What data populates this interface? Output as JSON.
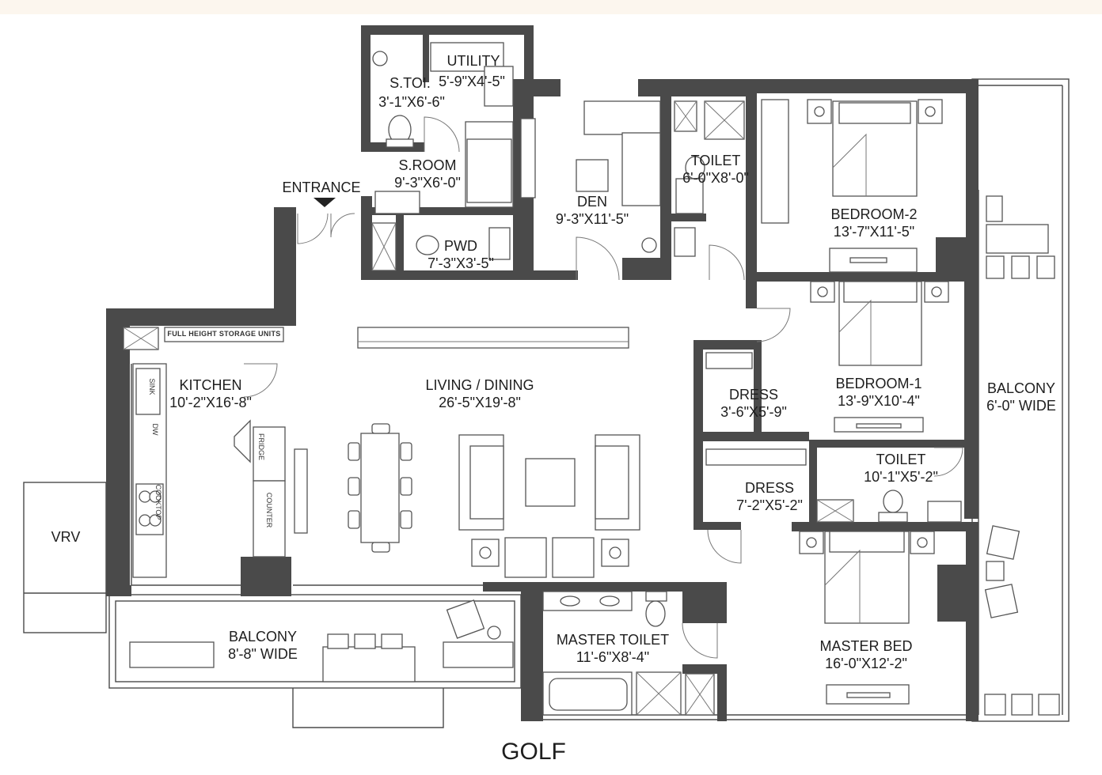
{
  "rooms": {
    "utility": {
      "name": "UTILITY",
      "size": "5'-9\"X4'-5\""
    },
    "servant_toilet": {
      "name": "S.TOI.",
      "size": "3'-1\"X6'-6\""
    },
    "servant_room": {
      "name": "S.ROOM",
      "size": "9'-3\"X6'-0\""
    },
    "powder": {
      "name": "PWD",
      "size": "7'-3\"X3'-5\""
    },
    "den": {
      "name": "DEN",
      "size": "9'-3\"X11'-5\""
    },
    "toilet_2": {
      "name": "TOILET",
      "size": "6'-0\"X8'-0\""
    },
    "bedroom_2": {
      "name": "BEDROOM-2",
      "size": "13'-7\"X11'-5\""
    },
    "kitchen": {
      "name": "KITCHEN",
      "size": "10'-2\"X16'-8\""
    },
    "living_dining": {
      "name": "LIVING / DINING",
      "size": "26'-5\"X19'-8\""
    },
    "dress_1": {
      "name": "DRESS",
      "size": "3'-6\"X5'-9\""
    },
    "bedroom_1": {
      "name": "BEDROOM-1",
      "size": "13'-9\"X10'-4\""
    },
    "balcony_east": {
      "name": "BALCONY",
      "size": "6'-0\" WIDE"
    },
    "dress_2": {
      "name": "DRESS",
      "size": "7'-2\"X5'-2\""
    },
    "toilet_1": {
      "name": "TOILET",
      "size": "10'-1\"X5'-2\""
    },
    "master_bed": {
      "name": "MASTER BED",
      "size": "16'-0\"X12'-2\""
    },
    "master_toilet": {
      "name": "MASTER TOILET",
      "size": "11'-6\"X8'-4\""
    },
    "balcony_south": {
      "name": "BALCONY",
      "size": "8'-8\" WIDE"
    }
  },
  "labels": {
    "entrance": "ENTRANCE",
    "vrv": "VRV",
    "golf": "GOLF",
    "storage": "FULL HEIGHT STORAGE UNITS",
    "sink": "SINK",
    "dw": "DW",
    "fridge": "FRIDGE",
    "counter": "COUNTER",
    "cooktop": "COOKTOP"
  },
  "colors": {
    "wall": "#4a4a4a",
    "background": "#ffffff",
    "top_band": "#fcf6ee"
  }
}
